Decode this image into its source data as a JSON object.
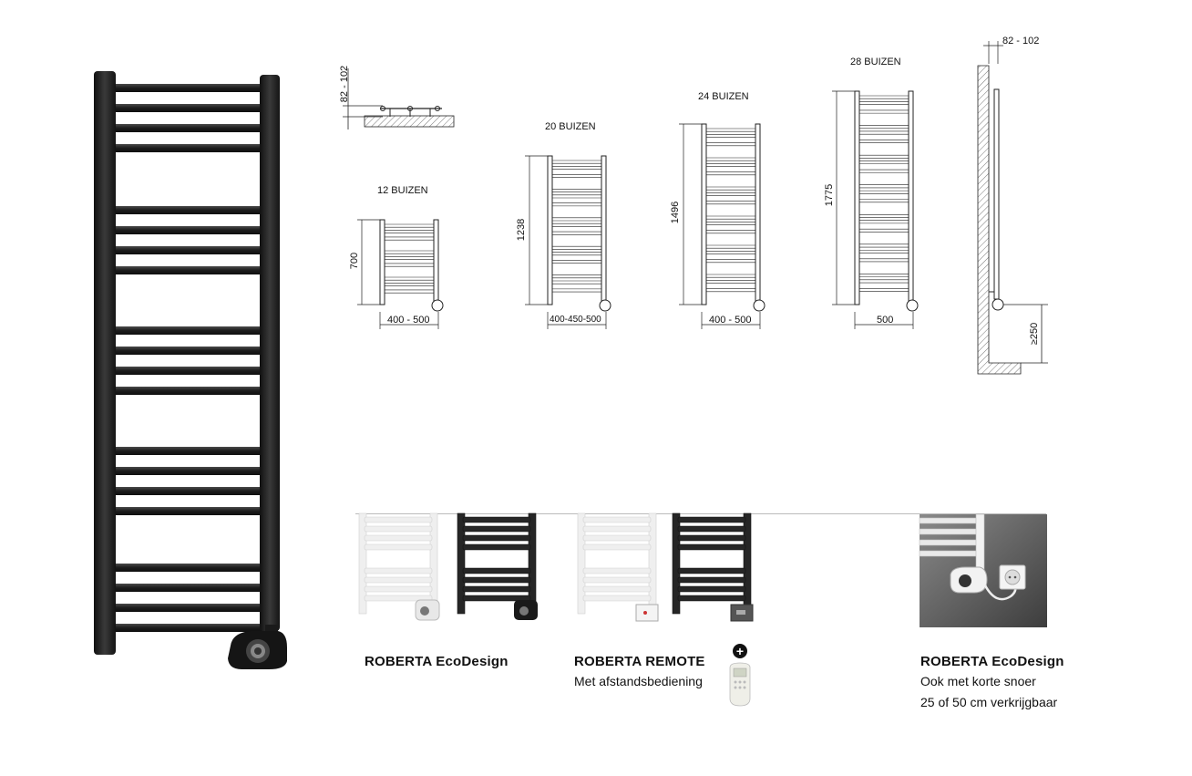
{
  "diagrams": {
    "side_depth_label": "82 - 102",
    "side_depth_label_right": "82 - 102",
    "min_floor_label": "≥250",
    "models": [
      {
        "name": "12 BUIZEN",
        "height": "700",
        "width": "400 - 500"
      },
      {
        "name": "20 BUIZEN",
        "height": "1238",
        "width": "400-450-500"
      },
      {
        "name": "24 BUIZEN",
        "height": "1496",
        "width": "400 - 500"
      },
      {
        "name": "28 BUIZEN",
        "height": "1775",
        "width": "500"
      }
    ]
  },
  "products": [
    {
      "title": "ROBERTA EcoDesign",
      "lines": []
    },
    {
      "title": "ROBERTA REMOTE",
      "lines": [
        "Met afstandsbediening"
      ],
      "badge": "+"
    },
    {
      "title": "ROBERTA EcoDesign",
      "lines": [
        "Ook met korte snoer",
        "25 of 50 cm verkrijgbaar"
      ]
    }
  ],
  "colors": {
    "black_finish": "#262626",
    "white_finish": "#f2f2f2",
    "line": "#222222"
  }
}
